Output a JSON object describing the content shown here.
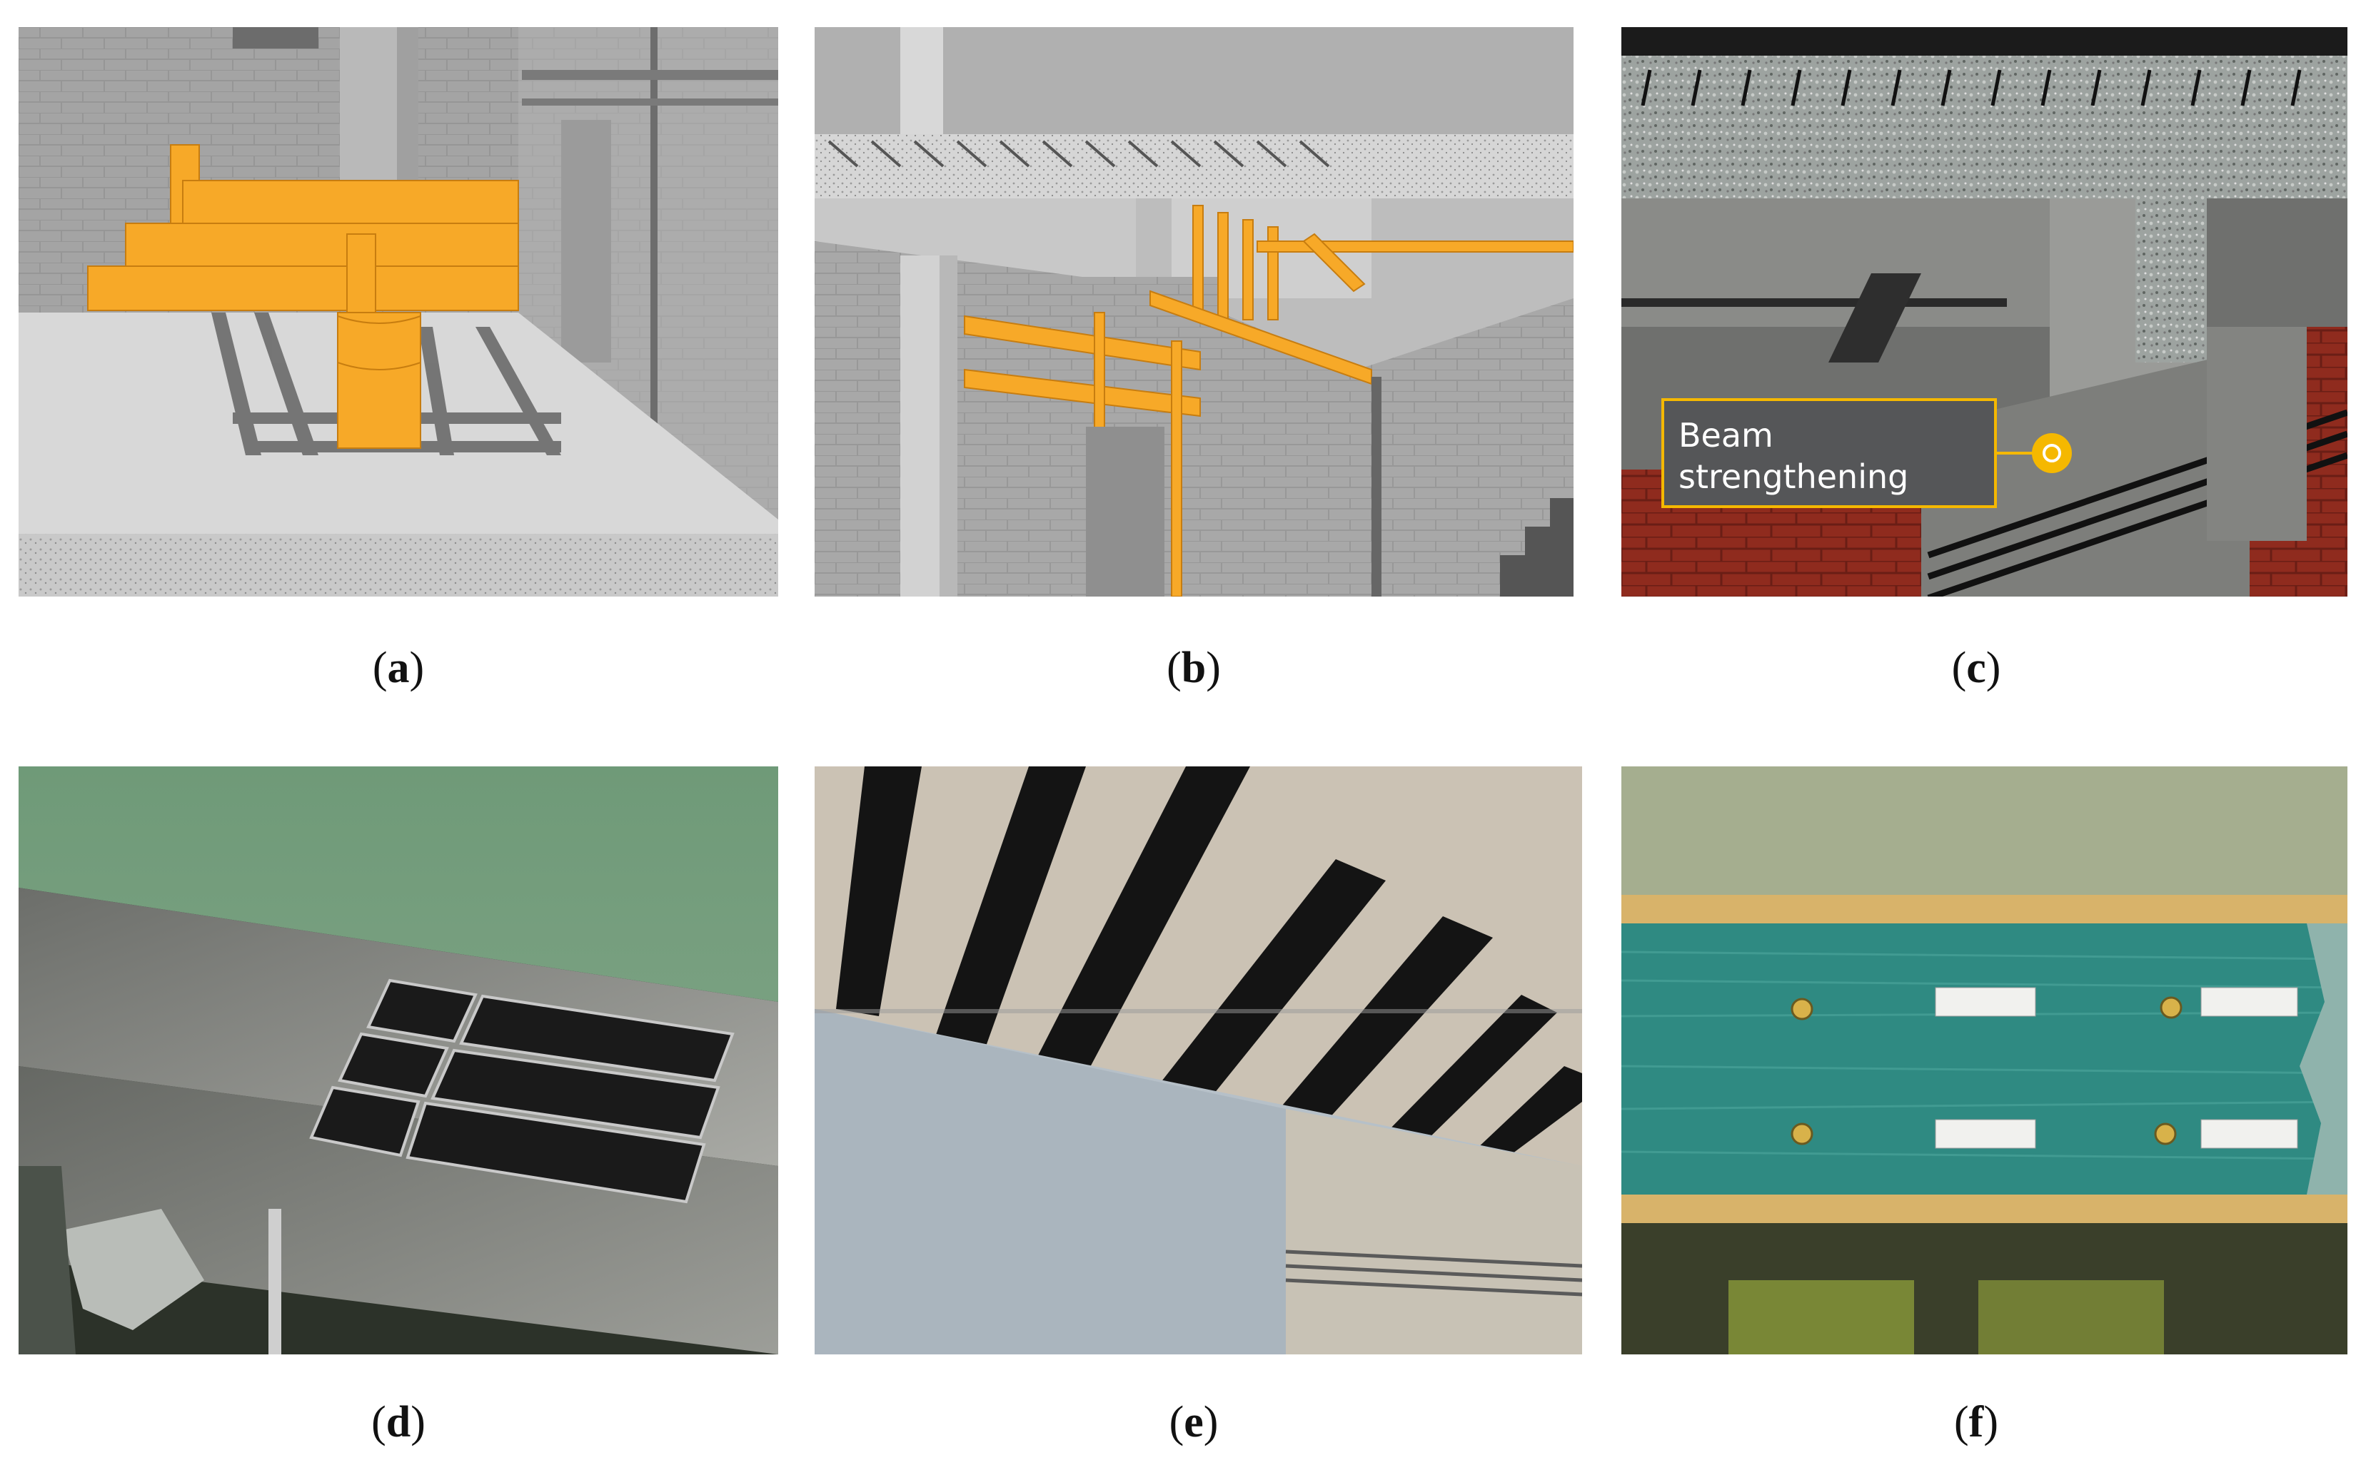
{
  "panels": [
    {
      "id": "a",
      "caption_letter": "a"
    },
    {
      "id": "b",
      "caption_letter": "b"
    },
    {
      "id": "c",
      "caption_letter": "c",
      "callout": {
        "line1": "Beam",
        "line2": "strengthening"
      }
    },
    {
      "id": "d",
      "caption_letter": "d"
    },
    {
      "id": "e",
      "caption_letter": "e"
    },
    {
      "id": "f",
      "caption_letter": "f"
    }
  ],
  "colors": {
    "frp_orange": "#f7a928",
    "callout_yellow": "#f5b800",
    "concrete_gray": "#a9a9a9",
    "brick_red": "#8a2a1e",
    "laminate_black": "#1a1a1a",
    "wood_green": "#2f8a82"
  }
}
